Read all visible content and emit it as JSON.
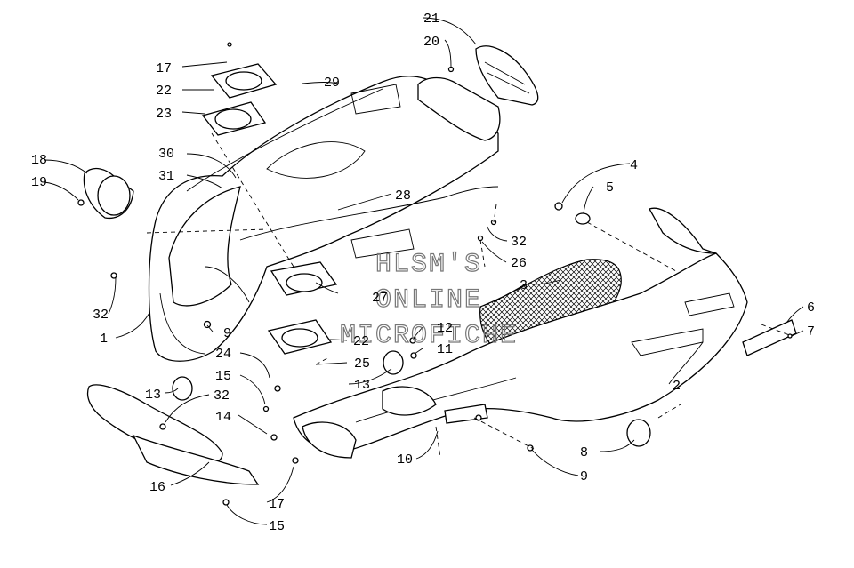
{
  "watermark": [
    "HLSM'S",
    "ONLINE",
    "MICROFICHE"
  ],
  "callouts": {
    "c1": "1",
    "c2": "2",
    "c3": "3",
    "c4": "4",
    "c5": "5",
    "c6": "6",
    "c7": "7",
    "c8": "8",
    "c9a": "9",
    "c9b": "9",
    "c10": "10",
    "c11": "11",
    "c12": "12",
    "c13a": "13",
    "c13b": "13",
    "c14": "14",
    "c15a": "15",
    "c15b": "15",
    "c16": "16",
    "c17a": "17",
    "c17b": "17",
    "c18": "18",
    "c19": "19",
    "c20": "20",
    "c21": "21",
    "c22a": "22",
    "c22b": "22",
    "c23": "23",
    "c24": "24",
    "c25": "25",
    "c26": "26",
    "c27": "27",
    "c28": "28",
    "c29": "29",
    "c30": "30",
    "c31": "31",
    "c32a": "32",
    "c32b": "32",
    "c32c": "32"
  }
}
